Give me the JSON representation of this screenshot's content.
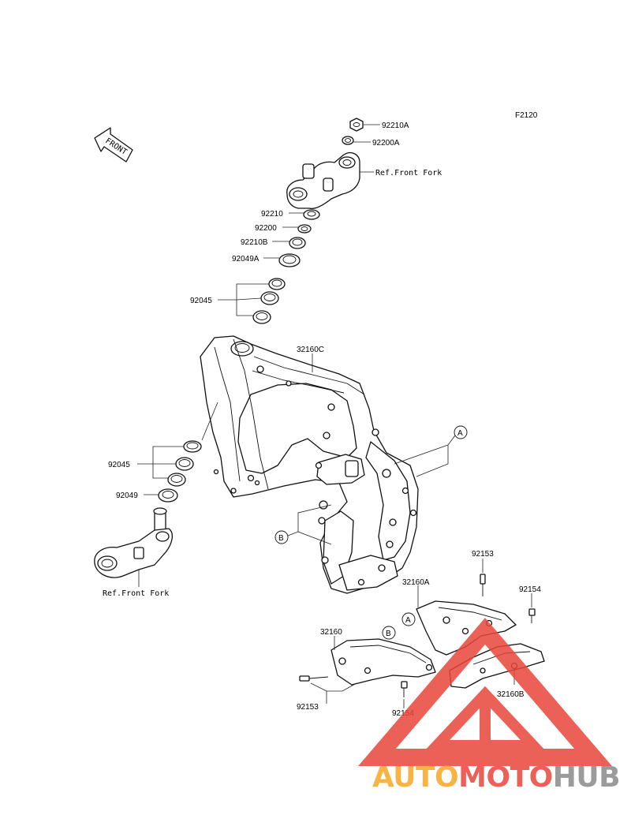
{
  "figure_code": "F2120",
  "front_label": "FRONT",
  "ref_front_fork_label": "Ref.Front Fork",
  "callout_a": "A",
  "callout_b": "B",
  "parts": {
    "p92210A": "92210A",
    "p92200A": "92200A",
    "p92210": "92210",
    "p92200": "92200",
    "p92210B": "92210B",
    "p92049A": "92049A",
    "p92045_upper": "92045",
    "p32160C": "32160C",
    "p92045_lower": "92045",
    "p92049": "92049",
    "p92153_right": "92153",
    "p92154_right": "92154",
    "p32160A": "32160A",
    "p32160": "32160",
    "p32160B": "32160B",
    "p92153_left": "92153",
    "p92154_left": "92154"
  },
  "watermark": {
    "part1": "AUTO",
    "part2": "MOTO",
    "part3": "HUB",
    "color_orange": "#f6a623",
    "color_red": "#e8463c",
    "color_grey": "#8a8a8a"
  }
}
